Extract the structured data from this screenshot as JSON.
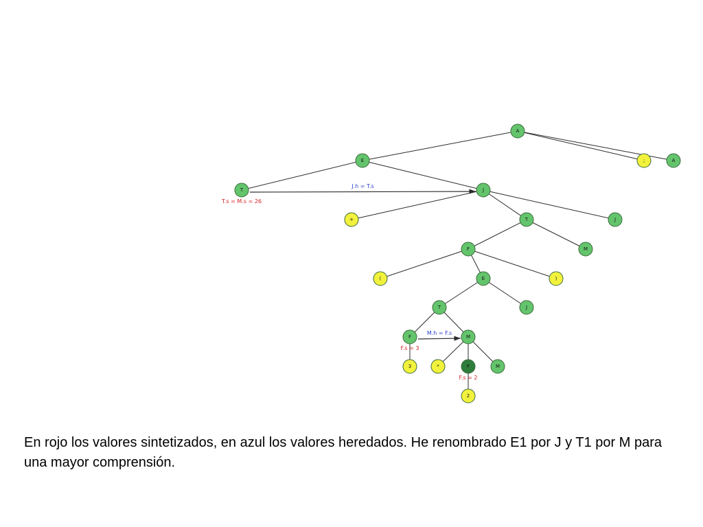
{
  "colors": {
    "nonterminal": "#63c46c",
    "terminal": "#f2f23c",
    "highlight": "#2f7d3c",
    "synthesized": "#d42020",
    "inherited": "#2a3fc8"
  },
  "tree": {
    "nodes": [
      {
        "id": "A0",
        "label": "A",
        "kind": "nonterminal"
      },
      {
        "id": "E0",
        "label": "E",
        "kind": "nonterminal"
      },
      {
        "id": "semi",
        "label": ";",
        "kind": "terminal"
      },
      {
        "id": "A1",
        "label": "A",
        "kind": "nonterminal"
      },
      {
        "id": "T0",
        "label": "T",
        "kind": "nonterminal"
      },
      {
        "id": "J0",
        "label": "J",
        "kind": "nonterminal"
      },
      {
        "id": "plus",
        "label": "+",
        "kind": "terminal"
      },
      {
        "id": "T1",
        "label": "T",
        "kind": "nonterminal"
      },
      {
        "id": "J1",
        "label": "J",
        "kind": "nonterminal"
      },
      {
        "id": "F0",
        "label": "F",
        "kind": "nonterminal"
      },
      {
        "id": "M0",
        "label": "M",
        "kind": "nonterminal"
      },
      {
        "id": "lpar",
        "label": "(",
        "kind": "terminal"
      },
      {
        "id": "E1",
        "label": "E",
        "kind": "nonterminal"
      },
      {
        "id": "rpar",
        "label": ")",
        "kind": "terminal"
      },
      {
        "id": "T2",
        "label": "T",
        "kind": "nonterminal"
      },
      {
        "id": "J2",
        "label": "J",
        "kind": "nonterminal"
      },
      {
        "id": "F1",
        "label": "F",
        "kind": "nonterminal"
      },
      {
        "id": "M1",
        "label": "M",
        "kind": "nonterminal"
      },
      {
        "id": "three",
        "label": "3",
        "kind": "terminal"
      },
      {
        "id": "star",
        "label": "*",
        "kind": "terminal"
      },
      {
        "id": "F2",
        "label": "F",
        "kind": "highlight"
      },
      {
        "id": "M2",
        "label": "M",
        "kind": "nonterminal"
      },
      {
        "id": "two",
        "label": "2",
        "kind": "terminal"
      }
    ],
    "edges": [
      [
        "A0",
        "E0"
      ],
      [
        "A0",
        "semi"
      ],
      [
        "A0",
        "A1"
      ],
      [
        "E0",
        "T0"
      ],
      [
        "E0",
        "J0"
      ],
      [
        "J0",
        "plus"
      ],
      [
        "J0",
        "T1"
      ],
      [
        "J0",
        "J1"
      ],
      [
        "T1",
        "F0"
      ],
      [
        "T1",
        "M0"
      ],
      [
        "F0",
        "lpar"
      ],
      [
        "F0",
        "E1"
      ],
      [
        "F0",
        "rpar"
      ],
      [
        "E1",
        "T2"
      ],
      [
        "E1",
        "J2"
      ],
      [
        "T2",
        "F1"
      ],
      [
        "T2",
        "M1"
      ],
      [
        "F1",
        "three"
      ],
      [
        "M1",
        "star"
      ],
      [
        "M1",
        "F2"
      ],
      [
        "M1",
        "M2"
      ],
      [
        "F2",
        "two"
      ]
    ],
    "inherited_arrows": [
      {
        "from": "T0",
        "to": "J0",
        "label": "J.h = T.s"
      },
      {
        "from": "F1",
        "to": "M1",
        "label": "M.h = F.s"
      }
    ],
    "synthesized_labels": [
      {
        "node": "T0",
        "label": "T.s = M.s = 26"
      },
      {
        "node": "F1",
        "label": "F.s = 3"
      },
      {
        "node": "F2",
        "label": "F.s = 2"
      }
    ]
  },
  "caption": "En rojo los valores sintetizados, en azul los valores heredados. He renombrado E1 por J y T1 por M para una mayor comprensión."
}
